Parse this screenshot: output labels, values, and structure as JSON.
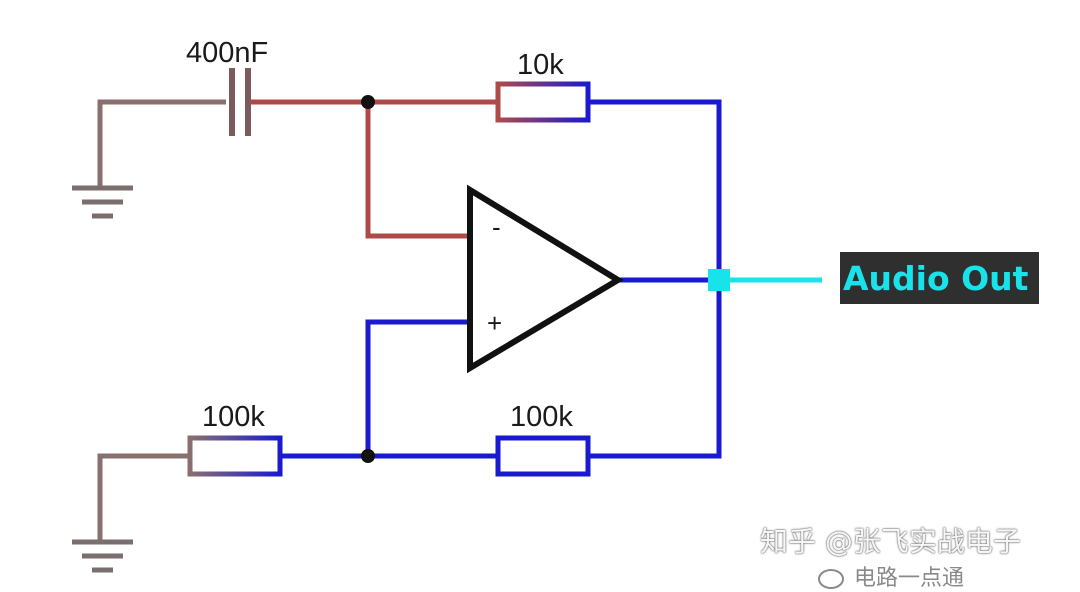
{
  "diagram": {
    "type": "op-amp circuit schematic",
    "components": {
      "capacitor_label": "400nF",
      "feedback_resistor_label": "10k",
      "input_resistor_label": "100k",
      "bias_resistor_label": "100k",
      "inverting_input_label": "-",
      "noninverting_input_label": "+"
    },
    "output_label": "Audio Out",
    "colors": {
      "ground_wire": "#8a6f6f",
      "inverting_net": "#b04a4a",
      "output_net": "#1a1ad0",
      "audio_out": "#19e3ea",
      "opamp": "#111111"
    }
  },
  "watermark": {
    "main": "知乎 @张飞实战电子",
    "sub": "电路一点通"
  }
}
